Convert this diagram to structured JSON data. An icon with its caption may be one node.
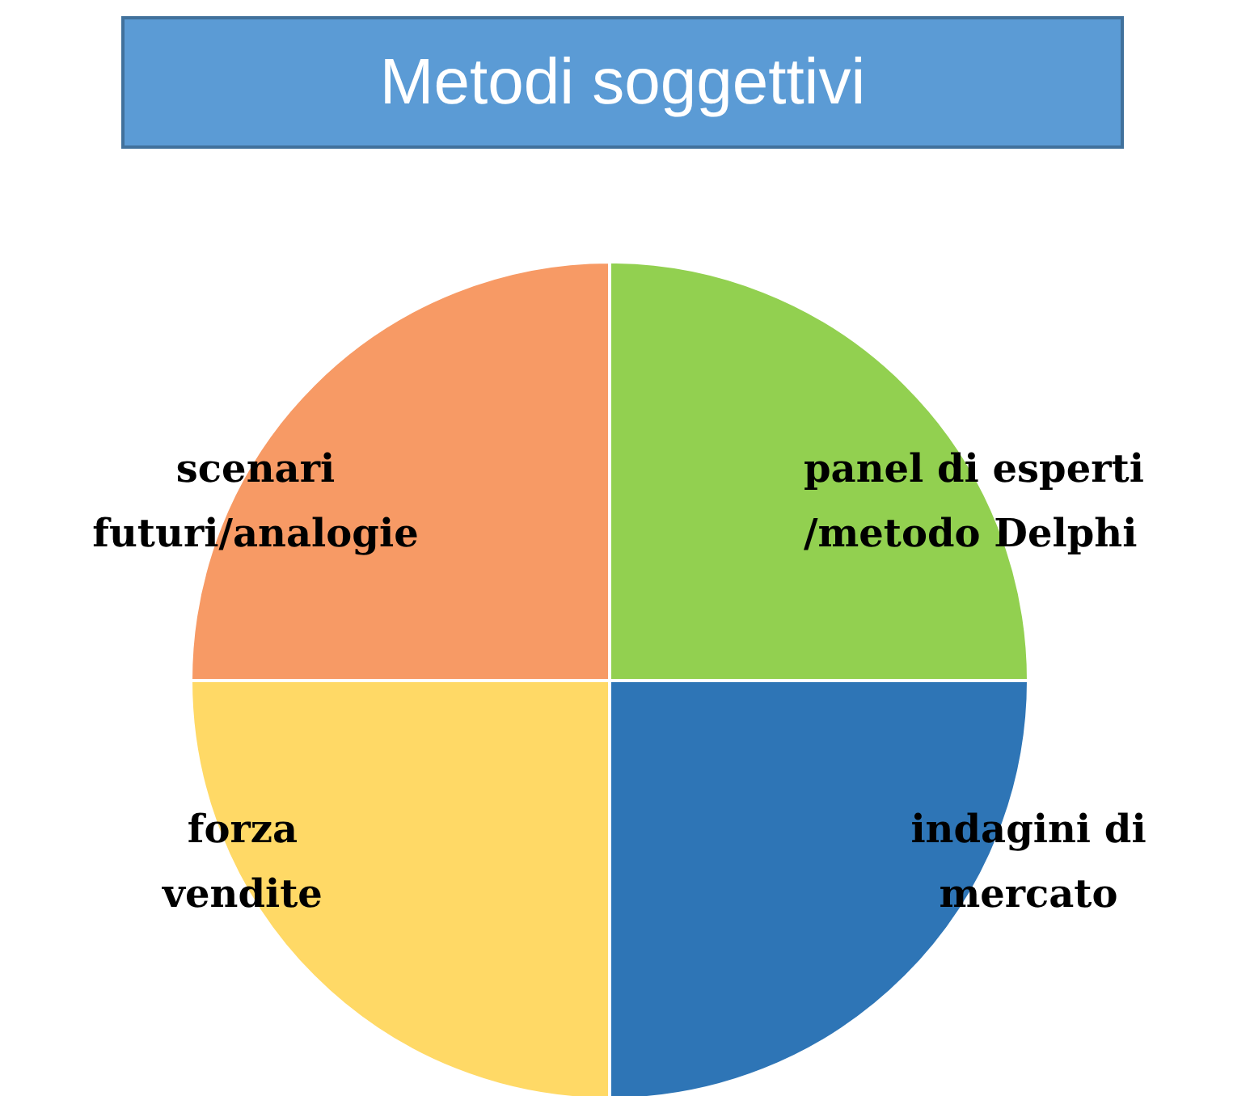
{
  "diagram": {
    "nodes": [
      {
        "text": [
          "Metodi soggettivi"
        ]
      },
      {
        "text": [
          "scenari futuri/analogie"
        ]
      },
      {
        "text": [
          "panel di esperti /metodo Delphi"
        ]
      },
      {
        "text": [
          "forza vendite"
        ]
      },
      {
        "text": [
          "indagini di mercato"
        ]
      }
    ]
  }
}
